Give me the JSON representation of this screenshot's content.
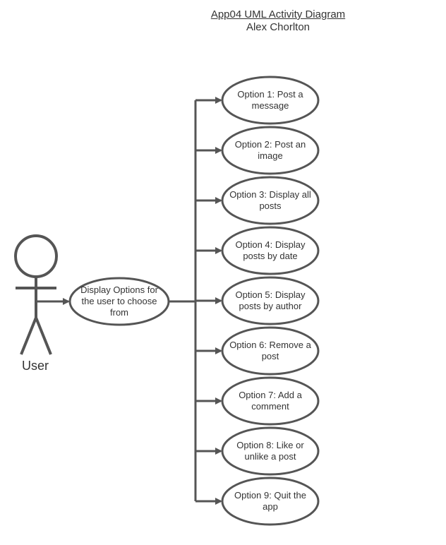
{
  "title": "App04 UML Activity Diagram",
  "author": "Alex Chorlton",
  "actor": {
    "label": "User",
    "icon": "stick-figure-icon"
  },
  "start_node": "Display Options for the user to choose from",
  "options": [
    "Option 1: Post a message",
    "Option 2: Post an image",
    "Option 3: Display all posts",
    "Option 4: Display posts by date",
    "Option 5: Display posts by author",
    "Option 6: Remove a post",
    "Option 7: Add a comment",
    "Option 8: Like or unlike a post",
    "Option 9: Quit the app"
  ],
  "colors": {
    "stroke": "#555555",
    "text": "#333333",
    "background": "#ffffff"
  }
}
